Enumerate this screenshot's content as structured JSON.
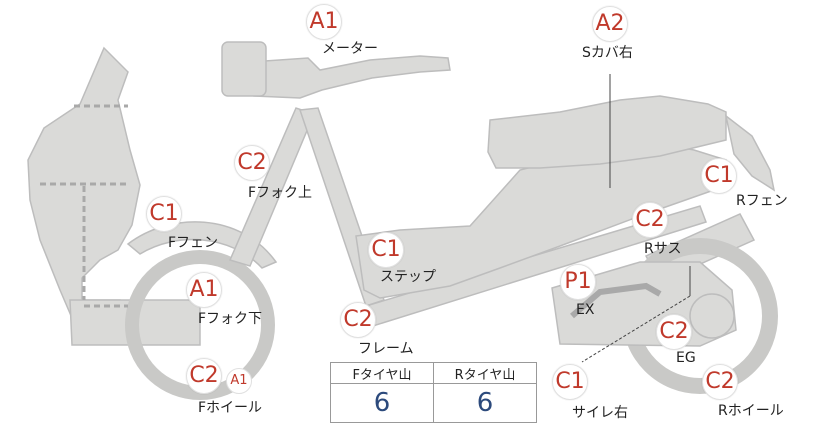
{
  "parts": [
    {
      "id": "meter",
      "grade": "A1",
      "label": "メーター"
    },
    {
      "id": "s-cover-right",
      "grade": "A2",
      "label": "Sカバ右"
    },
    {
      "id": "f-fork-upper",
      "grade": "C2",
      "label": "Fフォク上"
    },
    {
      "id": "r-fender",
      "grade": "C1",
      "label": "Rフェン"
    },
    {
      "id": "f-fender",
      "grade": "C1",
      "label": "Fフェン"
    },
    {
      "id": "r-suspension",
      "grade": "C2",
      "label": "Rサス"
    },
    {
      "id": "step",
      "grade": "C1",
      "label": "ステップ"
    },
    {
      "id": "f-fork-lower",
      "grade": "A1",
      "label": "Fフォク下"
    },
    {
      "id": "exhaust",
      "grade": "P1",
      "label": "EX"
    },
    {
      "id": "frame",
      "grade": "C2",
      "label": "フレーム"
    },
    {
      "id": "engine",
      "grade": "C2",
      "label": "EG"
    },
    {
      "id": "f-wheel",
      "grade": "C2",
      "grade2": "A1",
      "label": "Fホイール"
    },
    {
      "id": "silencer-right",
      "grade": "C1",
      "label": "サイレ右"
    },
    {
      "id": "r-wheel",
      "grade": "C2",
      "label": "Rホイール"
    }
  ],
  "tread_table": {
    "headers": [
      "Fタイヤ山",
      "Rタイヤ山"
    ],
    "values": [
      "6",
      "6"
    ]
  },
  "colors": {
    "part_fill": "#dadad8",
    "part_stroke": "#bdbdbd",
    "grade_text": "#c0392b",
    "tread_value": "#2c4a7c"
  }
}
